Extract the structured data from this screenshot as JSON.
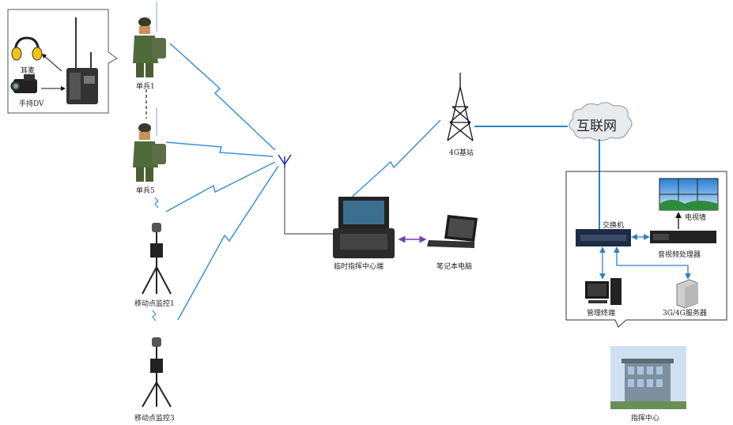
{
  "labels": {
    "headset": "耳麦",
    "handheld_dv": "手持DV",
    "soldier_1": "单兵1",
    "soldier_5": "单兵5",
    "mobile_monitor_1": "移动点监控1",
    "mobile_monitor_3": "移动点监控3",
    "temp_command_center": "临时指挥中心端",
    "laptop": "笔记本电脑",
    "base_station": "4G基站",
    "internet": "互联网",
    "switch": "交换机",
    "video_wall": "电视墙",
    "av_processor": "音视频处理器",
    "management_terminal": "管理终端",
    "server": "3G/4G服务器",
    "command_center": "指挥中心"
  },
  "colors": {
    "wireless": "#3b8fd6",
    "link": "#2f7fc4",
    "arrow_purple": "#7a3fb0",
    "black": "#111111"
  }
}
